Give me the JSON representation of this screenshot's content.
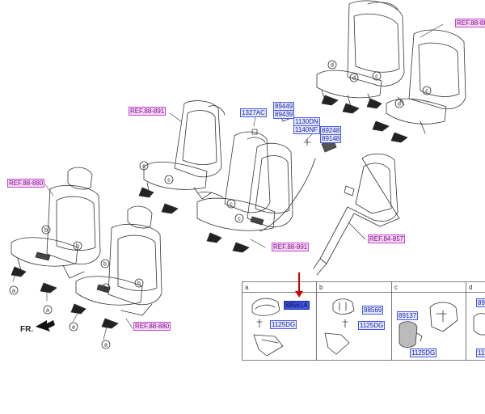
{
  "refs": {
    "top_right": "REF.88-88",
    "mid_left": "REF.88-891",
    "left": "REF.88-880",
    "center": "REF.88-891",
    "trim": "REF.84-857",
    "bottom": "REF.88-880"
  },
  "parts": {
    "p1327": "1327AC",
    "p89449": "89449",
    "p89439": "89439",
    "p1130": "1130DN",
    "p1140": "1140NF",
    "p89248": "89248",
    "p89148": "89148"
  },
  "detail": {
    "a_part": "88561A",
    "a_bolt": "1125DG",
    "b_part": "88569",
    "b_bolt": "1125DG",
    "c_part": "89137",
    "c_bolt": "1125DG",
    "d_part": "89",
    "d_bolt": "112"
  },
  "callouts": {
    "a": "a",
    "b": "b",
    "c": "c",
    "d": "d"
  },
  "direction": "FR.",
  "colors": {
    "arrow": "#d40000",
    "highlight": "#3f57e6"
  }
}
